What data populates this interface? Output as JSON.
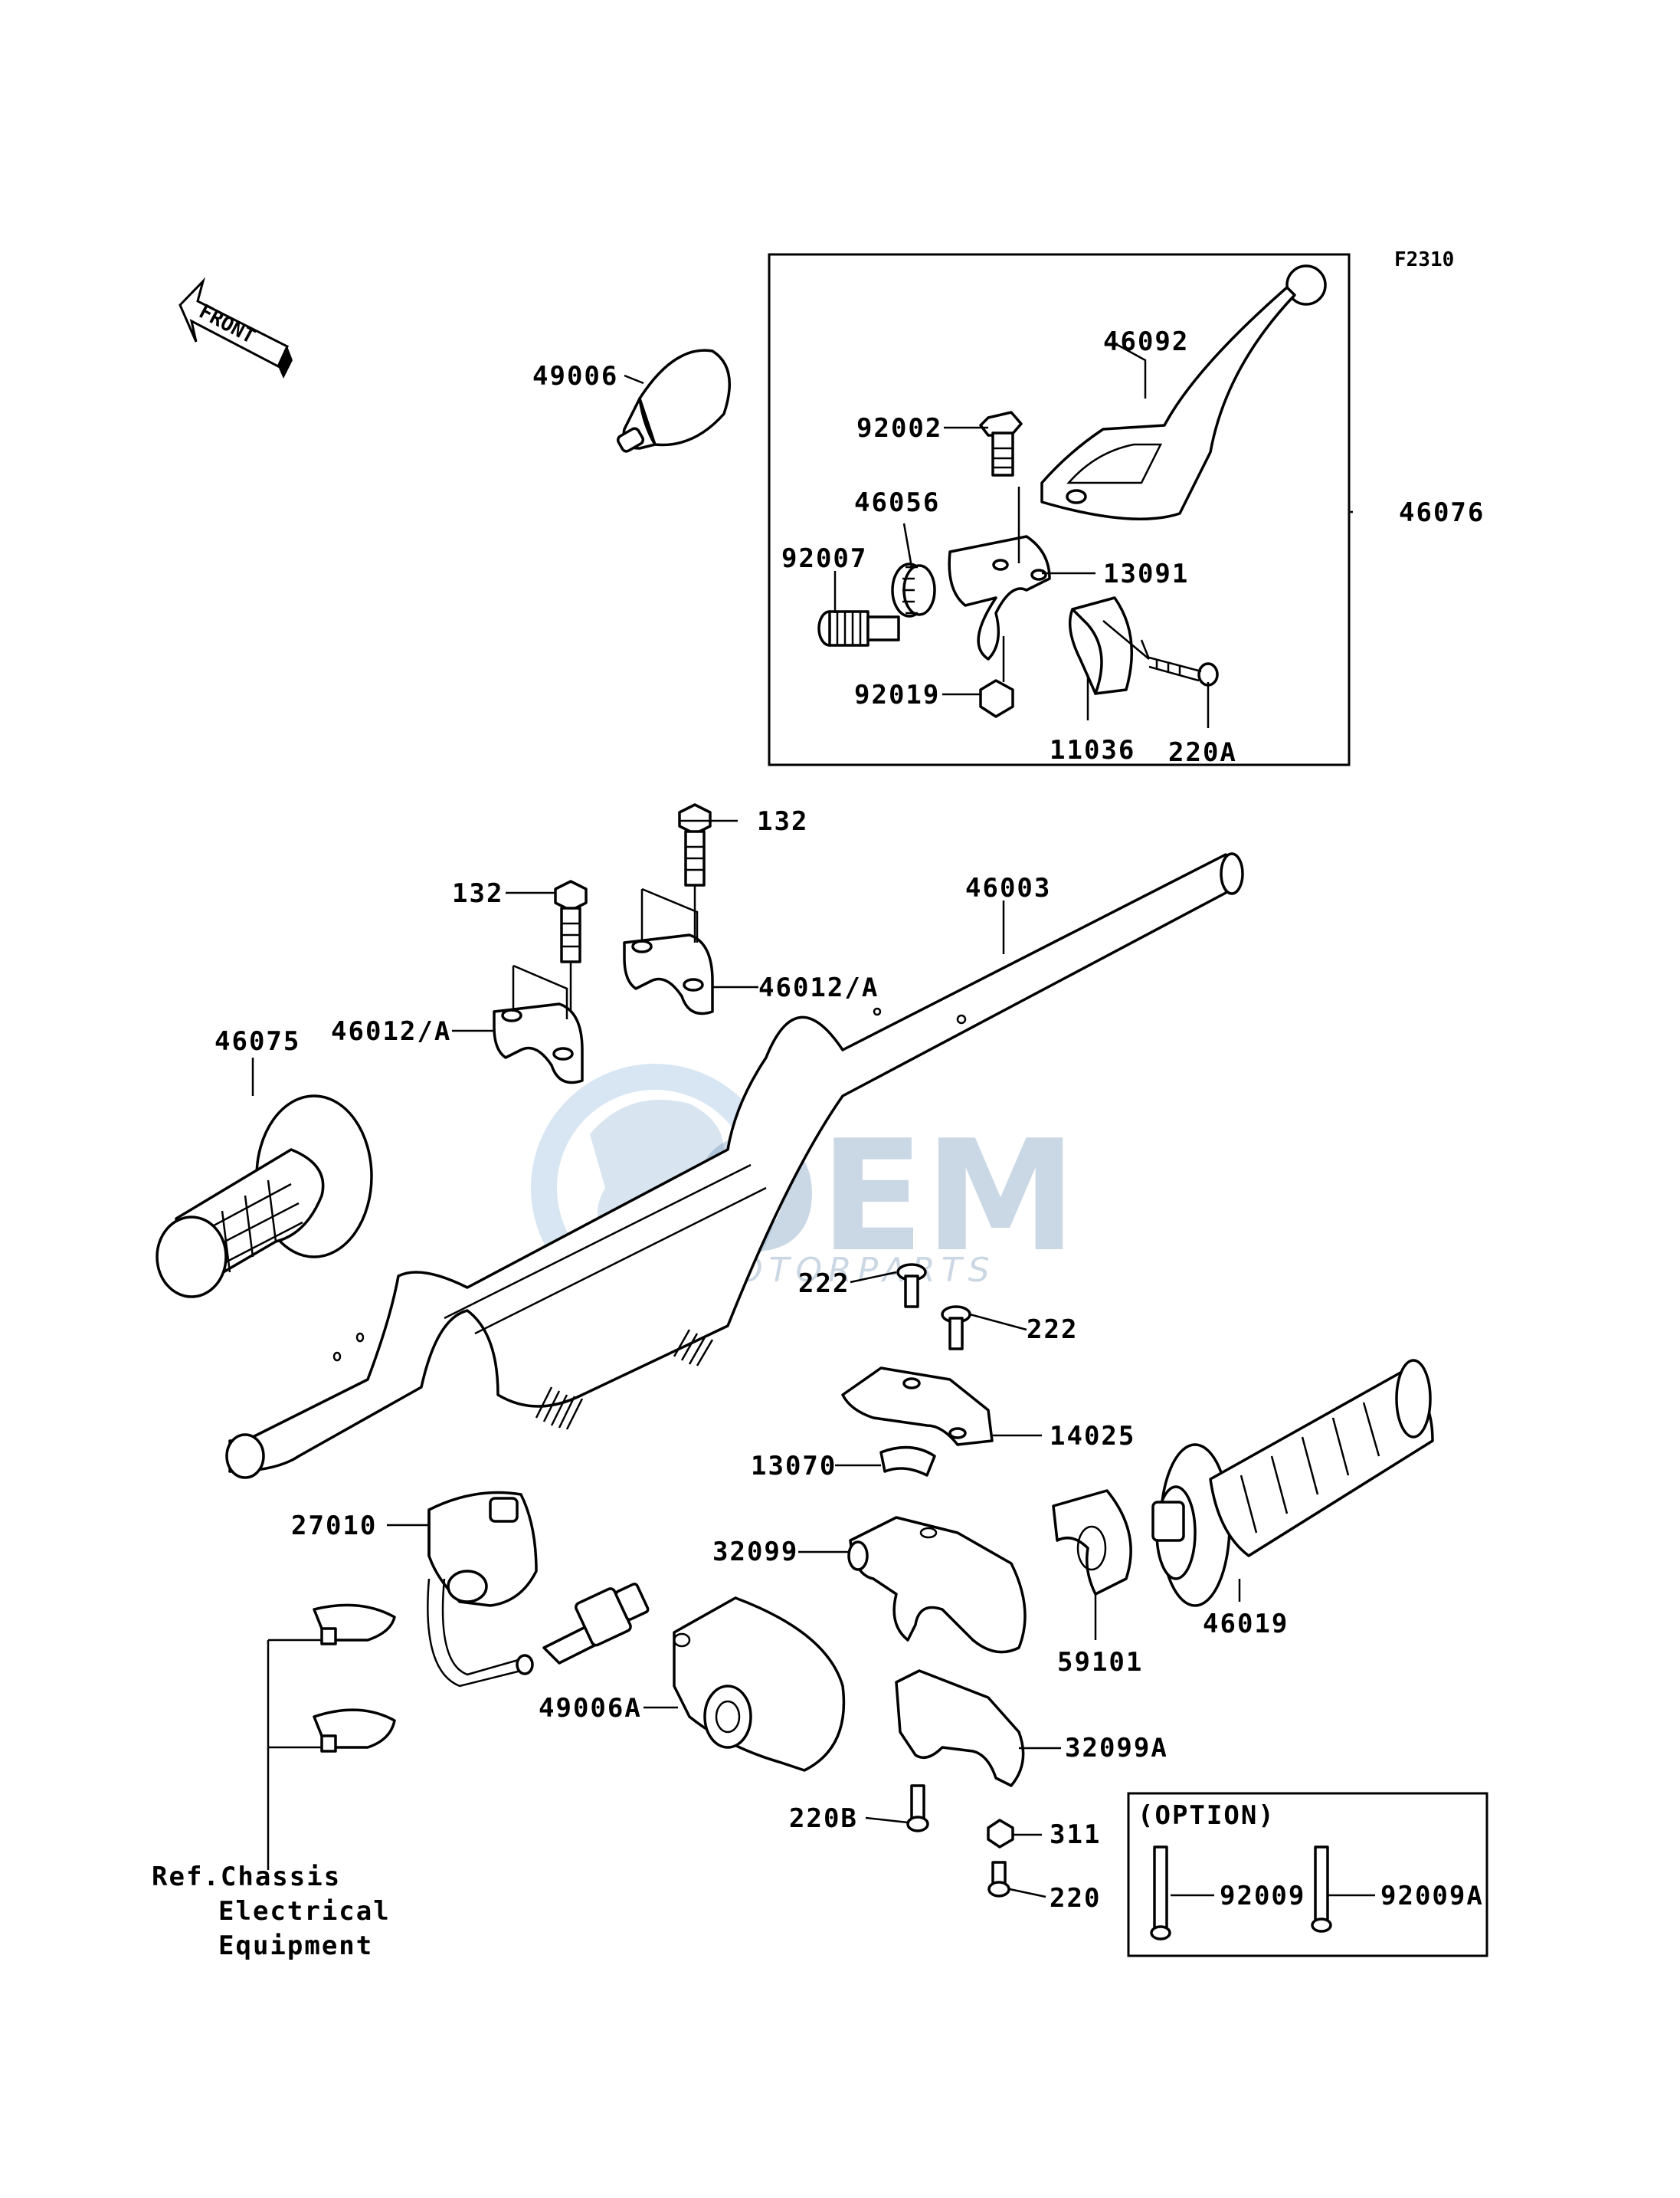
{
  "diagram": {
    "code": "F2310",
    "front_label": "FRONT",
    "option_label": "(OPTION)",
    "reference_note": [
      "Ref.Chassis",
      "Electrical",
      "Equipment"
    ],
    "watermark": {
      "brand": "OEM",
      "sub": "MOTORPARTS"
    }
  },
  "labels": {
    "p49006": "49006",
    "p46092": "46092",
    "p92002": "92002",
    "p46056": "46056",
    "p92007": "92007",
    "p13091": "13091",
    "p46076": "46076",
    "p92019": "92019",
    "p11036": "11036",
    "p220A": "220A",
    "p132a": "132",
    "p132b": "132",
    "p46003": "46003",
    "p46012A_right": "46012/A",
    "p46012A_left": "46012/A",
    "p46075": "46075",
    "p222a": "222",
    "p222b": "222",
    "p14025": "14025",
    "p13070": "13070",
    "p27010": "27010",
    "p32099": "32099",
    "p46019": "46019",
    "p59101": "59101",
    "p49006A": "49006A",
    "p32099A": "32099A",
    "p220B": "220B",
    "p311": "311",
    "p220": "220",
    "p92009": "92009",
    "p92009A": "92009A"
  }
}
